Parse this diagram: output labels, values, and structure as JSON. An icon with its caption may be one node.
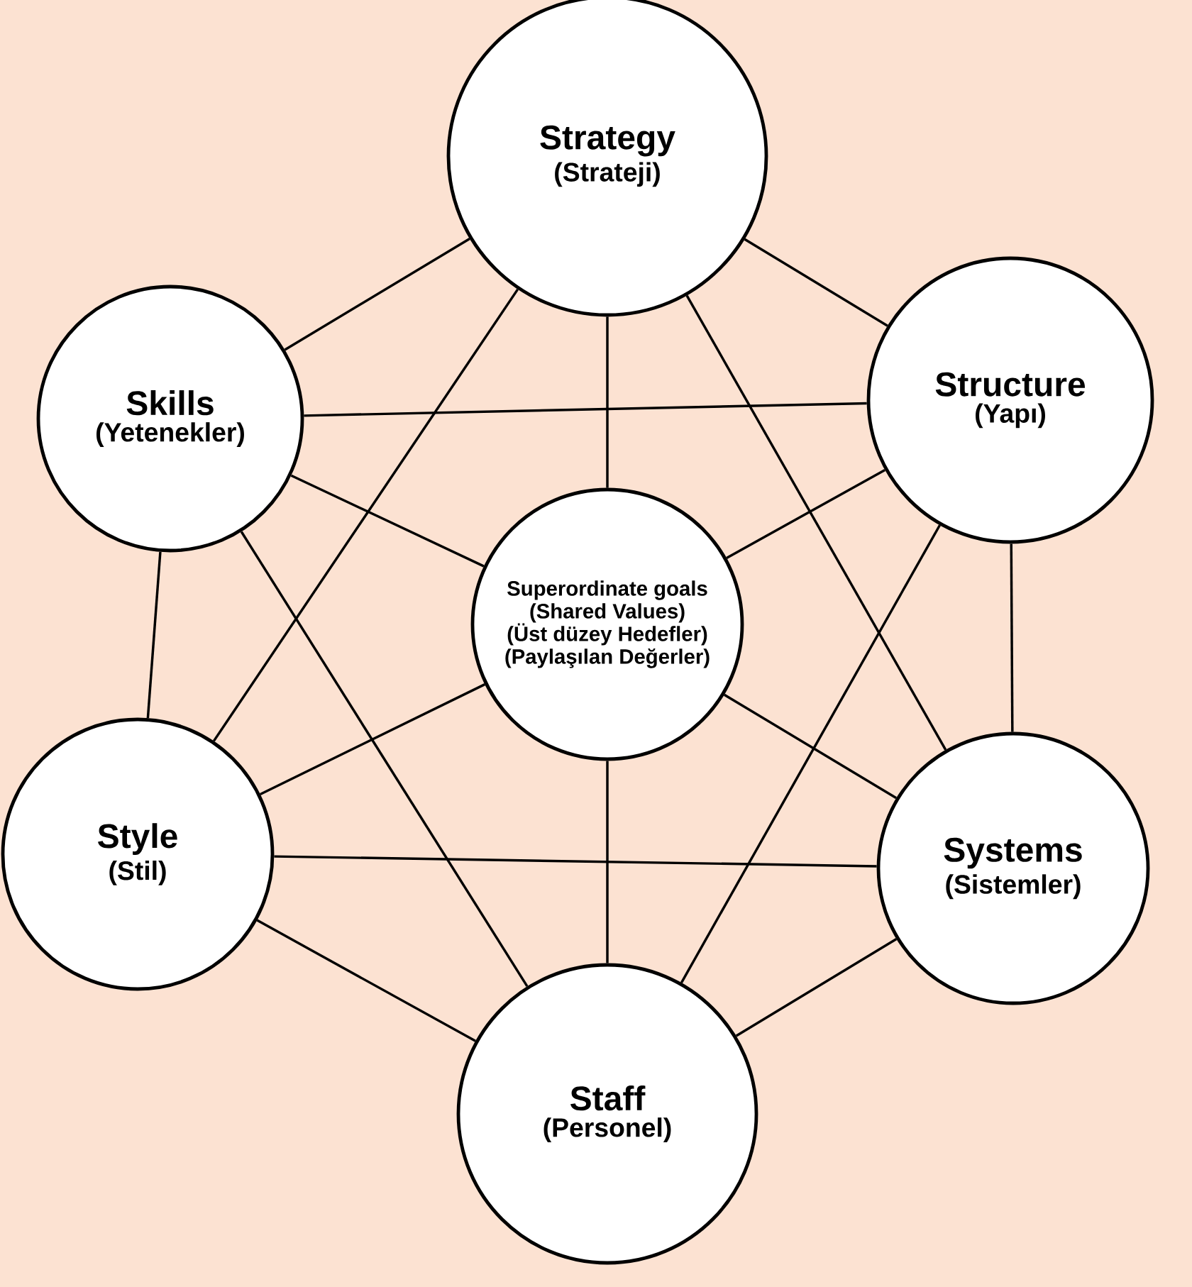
{
  "diagram": {
    "nodes": [
      {
        "text": [
          "Strategy",
          "(Strateji)"
        ]
      },
      {
        "text": [
          "Skills",
          "(Yetenekler)"
        ]
      },
      {
        "text": [
          "Structure",
          "(Yapı)"
        ]
      },
      {
        "text": [
          "Superordinate goals",
          "(Shared Values)",
          "(Üst düzey Hedefler)",
          "(Paylaşılan Değerler)"
        ]
      },
      {
        "text": [
          "Style",
          "(Stil)"
        ]
      },
      {
        "text": [
          "Systems",
          "(Sistemler)"
        ]
      },
      {
        "text": [
          "Staff",
          "(Personel)"
        ]
      }
    ],
    "edges": [
      {
        "from": 0,
        "to": 1,
        "arrow": "none"
      },
      {
        "from": 0,
        "to": 2,
        "arrow": "none"
      },
      {
        "from": 0,
        "to": 3,
        "arrow": "none"
      },
      {
        "from": 0,
        "to": 4,
        "arrow": "none"
      },
      {
        "from": 0,
        "to": 5,
        "arrow": "none"
      },
      {
        "from": 1,
        "to": 2,
        "arrow": "none"
      },
      {
        "from": 1,
        "to": 3,
        "arrow": "none"
      },
      {
        "from": 1,
        "to": 4,
        "arrow": "none"
      },
      {
        "from": 1,
        "to": 6,
        "arrow": "none"
      },
      {
        "from": 2,
        "to": 3,
        "arrow": "none"
      },
      {
        "from": 2,
        "to": 5,
        "arrow": "none"
      },
      {
        "from": 2,
        "to": 6,
        "arrow": "none"
      },
      {
        "from": 4,
        "to": 3,
        "arrow": "none"
      },
      {
        "from": 4,
        "to": 5,
        "arrow": "none"
      },
      {
        "from": 4,
        "to": 6,
        "arrow": "none"
      },
      {
        "from": 5,
        "to": 3,
        "arrow": "none"
      },
      {
        "from": 5,
        "to": 6,
        "arrow": "none"
      },
      {
        "from": 3,
        "to": 6,
        "arrow": "none"
      }
    ]
  }
}
